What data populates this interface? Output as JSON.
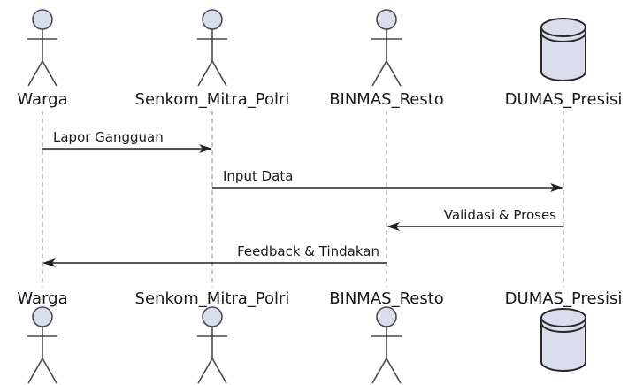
{
  "diagram": {
    "type": "sequence",
    "participants": [
      {
        "id": "warga",
        "name": "Warga",
        "kind": "actor"
      },
      {
        "id": "senkom",
        "name": "Senkom_Mitra_Polri",
        "kind": "actor"
      },
      {
        "id": "binmas",
        "name": "BINMAS_Resto",
        "kind": "actor"
      },
      {
        "id": "dumas",
        "name": "DUMAS_Presisi",
        "kind": "database"
      }
    ],
    "messages": [
      {
        "from": "warga",
        "to": "senkom",
        "label": "Lapor Gangguan"
      },
      {
        "from": "senkom",
        "to": "dumas",
        "label": "Input Data"
      },
      {
        "from": "dumas",
        "to": "binmas",
        "label": "Validasi & Proses"
      },
      {
        "from": "binmas",
        "to": "warga",
        "label": "Feedback & Tindakan"
      }
    ],
    "colors": {
      "participant_fill": "#dcdcef",
      "outline": "#4a4a4a",
      "lifeline": "#9a9a9a",
      "arrow": "#222222"
    }
  }
}
